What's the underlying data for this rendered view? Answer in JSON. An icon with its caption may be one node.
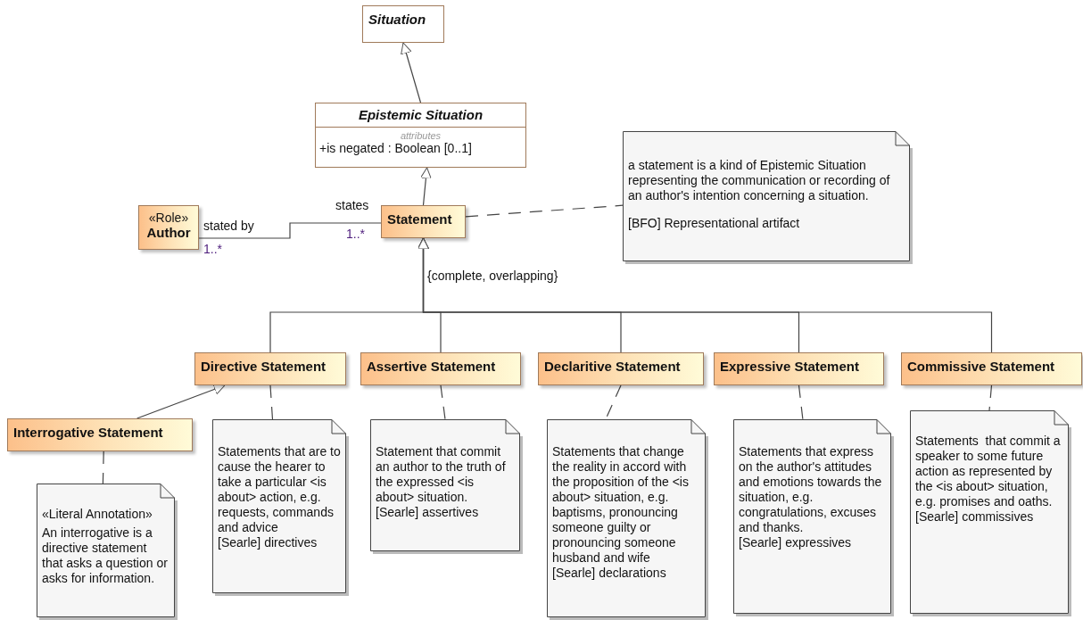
{
  "diagram": {
    "nodes": [
      {
        "text": [
          "Situation"
        ]
      },
      {
        "text": [
          "Epistemic Situation",
          "attributes",
          "+is negated : Boolean [0..1]"
        ]
      },
      {
        "text": [
          "«Role»",
          "Author"
        ]
      },
      {
        "text": [
          "Statement"
        ]
      },
      {
        "text": [
          "a statement is a kind of Epistemic Situation representing the communication or recording of an author's intention concerning a situation.",
          "[BFO] Representational artifact"
        ]
      },
      {
        "text": [
          "Directive Statement"
        ]
      },
      {
        "text": [
          "Assertive Statement"
        ]
      },
      {
        "text": [
          "Declaritive Statement"
        ]
      },
      {
        "text": [
          "Expressive Statement"
        ]
      },
      {
        "text": [
          "Commissive Statement"
        ]
      },
      {
        "text": [
          "Interrogative Statement"
        ]
      },
      {
        "text": [
          "«Literal Annotation»",
          "An interrogative is a directive statement that asks a question or asks for information."
        ]
      },
      {
        "text": [
          "Statements that are to cause the hearer to take a particular <is about> action, e.g. requests, commands and advice",
          "[Searle] directives"
        ]
      },
      {
        "text": [
          "Statement that commit an author to the truth of the expressed <is about> situation.",
          "[Searle] assertives"
        ]
      },
      {
        "text": [
          "Statements that change the reality in accord with the proposition of the <is about> situation, e.g. baptisms, pronouncing someone guilty or pronouncing someone husband and wife",
          "[Searle] declarations"
        ]
      },
      {
        "text": [
          "Statements that express on the author's attitudes and emotions towards the situation, e.g. congratulations, excuses and thanks.",
          "[Searle] expressives"
        ]
      },
      {
        "text": [
          "Statements  that commit a speaker to some future action as represented by the <is about> situation, e.g. promises and oaths.",
          "[Searle] commissives"
        ]
      }
    ],
    "edges": [
      {
        "from": 1,
        "to": 0,
        "arrow": "to"
      },
      {
        "from": 3,
        "to": 1,
        "arrow": "to"
      },
      {
        "from": 2,
        "to": 3,
        "arrow": "none"
      },
      {
        "from": 3,
        "to": 4,
        "arrow": "none",
        "style": "dashed"
      },
      {
        "from": 5,
        "to": 3,
        "arrow": "to"
      },
      {
        "from": 6,
        "to": 3,
        "arrow": "to"
      },
      {
        "from": 7,
        "to": 3,
        "arrow": "to"
      },
      {
        "from": 8,
        "to": 3,
        "arrow": "to"
      },
      {
        "from": 9,
        "to": 3,
        "arrow": "to"
      },
      {
        "from": 10,
        "to": 5,
        "arrow": "to"
      },
      {
        "from": 10,
        "to": 11,
        "arrow": "none",
        "style": "dashed"
      },
      {
        "from": 5,
        "to": 12,
        "arrow": "none",
        "style": "dashed"
      },
      {
        "from": 6,
        "to": 13,
        "arrow": "none",
        "style": "dashed"
      },
      {
        "from": 7,
        "to": 14,
        "arrow": "none",
        "style": "dashed"
      },
      {
        "from": 8,
        "to": 15,
        "arrow": "none",
        "style": "dashed"
      },
      {
        "from": 9,
        "to": 16,
        "arrow": "none",
        "style": "dashed"
      }
    ],
    "labels": [
      "states",
      "stated by",
      "1..*",
      "1..*",
      "{complete, overlapping}"
    ]
  }
}
